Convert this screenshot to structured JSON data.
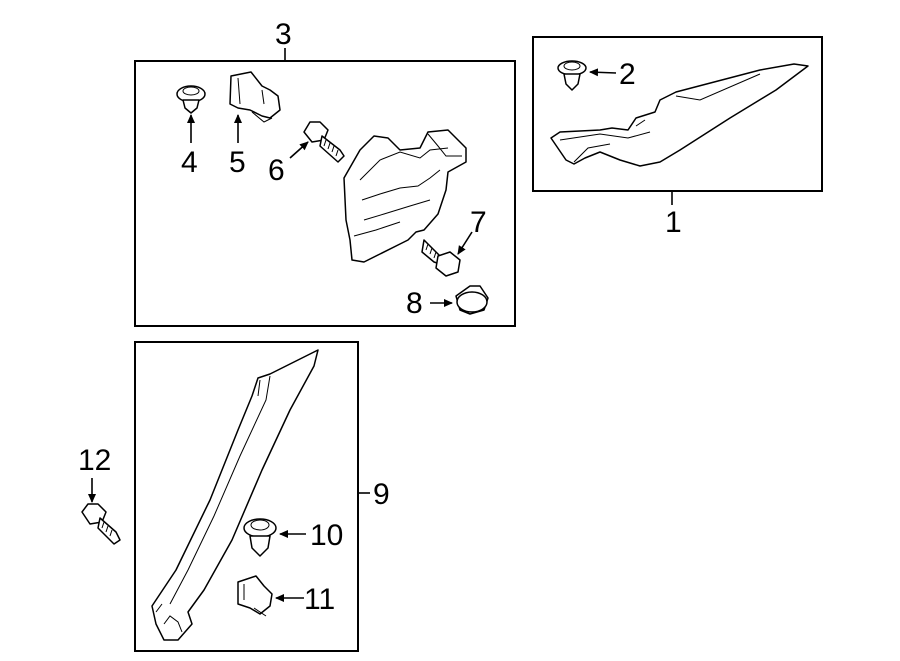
{
  "diagram": {
    "callouts": {
      "c1": "1",
      "c2": "2",
      "c3": "3",
      "c4": "4",
      "c5": "5",
      "c6": "6",
      "c7": "7",
      "c8": "8",
      "c9": "9",
      "c10": "10",
      "c11": "11",
      "c12": "12"
    },
    "parts": [
      {
        "callout": "1",
        "icon": "upper-trim-panel"
      },
      {
        "callout": "2",
        "icon": "push-clip"
      },
      {
        "callout": "3",
        "icon": "trim-assembly-group"
      },
      {
        "callout": "4",
        "icon": "push-clip"
      },
      {
        "callout": "5",
        "icon": "retainer-clip"
      },
      {
        "callout": "6",
        "icon": "bolt"
      },
      {
        "callout": "7",
        "icon": "bolt"
      },
      {
        "callout": "8",
        "icon": "cap"
      },
      {
        "callout": "9",
        "icon": "pillar-trim"
      },
      {
        "callout": "10",
        "icon": "push-clip"
      },
      {
        "callout": "11",
        "icon": "retainer-clip"
      },
      {
        "callout": "12",
        "icon": "bolt"
      }
    ]
  }
}
